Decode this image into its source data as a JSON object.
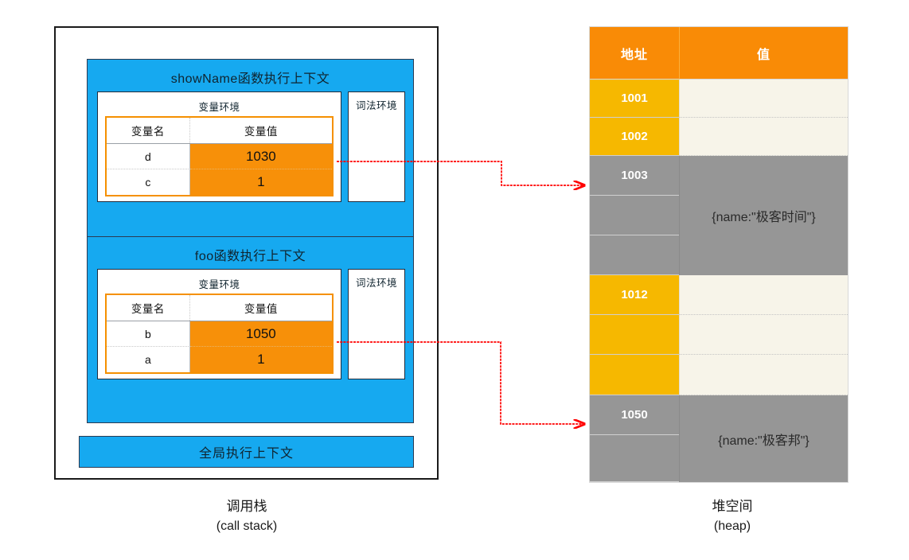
{
  "diagram": {
    "title_cn_stack": "调用栈",
    "title_en_stack": "(call stack)",
    "title_cn_heap": "堆空间",
    "title_en_heap": "(heap)"
  },
  "colors": {
    "context_blue": "#16a9f0",
    "value_orange": "#f79009",
    "header_orange": "#f98b06",
    "address_yellow": "#f6b800",
    "occupied_gray": "#969696",
    "empty_cream": "#f7f4e9",
    "arrow_red": "#ff0000"
  },
  "call_stack": {
    "contexts": [
      {
        "name": "showName函数执行上下文",
        "variable_environment": {
          "title": "变量环境",
          "headers": [
            "变量名",
            "变量值"
          ],
          "rows": [
            {
              "name": "d",
              "value": "1030"
            },
            {
              "name": "c",
              "value": "1"
            }
          ]
        },
        "lexical_environment": {
          "title": "词法环境"
        }
      },
      {
        "name": "foo函数执行上下文",
        "variable_environment": {
          "title": "变量环境",
          "headers": [
            "变量名",
            "变量值"
          ],
          "rows": [
            {
              "name": "b",
              "value": "1050"
            },
            {
              "name": "a",
              "value": "1"
            }
          ]
        },
        "lexical_environment": {
          "title": "词法环境"
        }
      }
    ],
    "global_context": {
      "name": "全局执行上下文"
    }
  },
  "heap": {
    "headers": [
      "地址",
      "值"
    ],
    "rows": [
      {
        "address": "1001",
        "value": "",
        "addr_state": "free",
        "val_state": "empty"
      },
      {
        "address": "1002",
        "value": "",
        "addr_state": "free",
        "val_state": "empty"
      },
      {
        "address": "1003",
        "value": "{name:\"极客时间\"}",
        "addr_state": "occupied",
        "val_state": "occupied"
      },
      {
        "address": "",
        "value": "",
        "addr_state": "occupied",
        "val_state": "occupied"
      },
      {
        "address": "",
        "value": "",
        "addr_state": "occupied",
        "val_state": "occupied"
      },
      {
        "address": "1012",
        "value": "",
        "addr_state": "free",
        "val_state": "empty"
      },
      {
        "address": "",
        "value": "",
        "addr_state": "free",
        "val_state": "empty"
      },
      {
        "address": "",
        "value": "",
        "addr_state": "free",
        "val_state": "empty"
      },
      {
        "address": "1050",
        "value": "{name:\"极客邦\"}",
        "addr_state": "occupied",
        "val_state": "occupied"
      },
      {
        "address": "",
        "value": "",
        "addr_state": "occupied",
        "val_state": "occupied"
      }
    ]
  },
  "arrows": [
    {
      "from": "showName变量d值1030",
      "to": "堆地址1003"
    },
    {
      "from": "foo变量b值1050",
      "to": "堆地址1050"
    }
  ]
}
